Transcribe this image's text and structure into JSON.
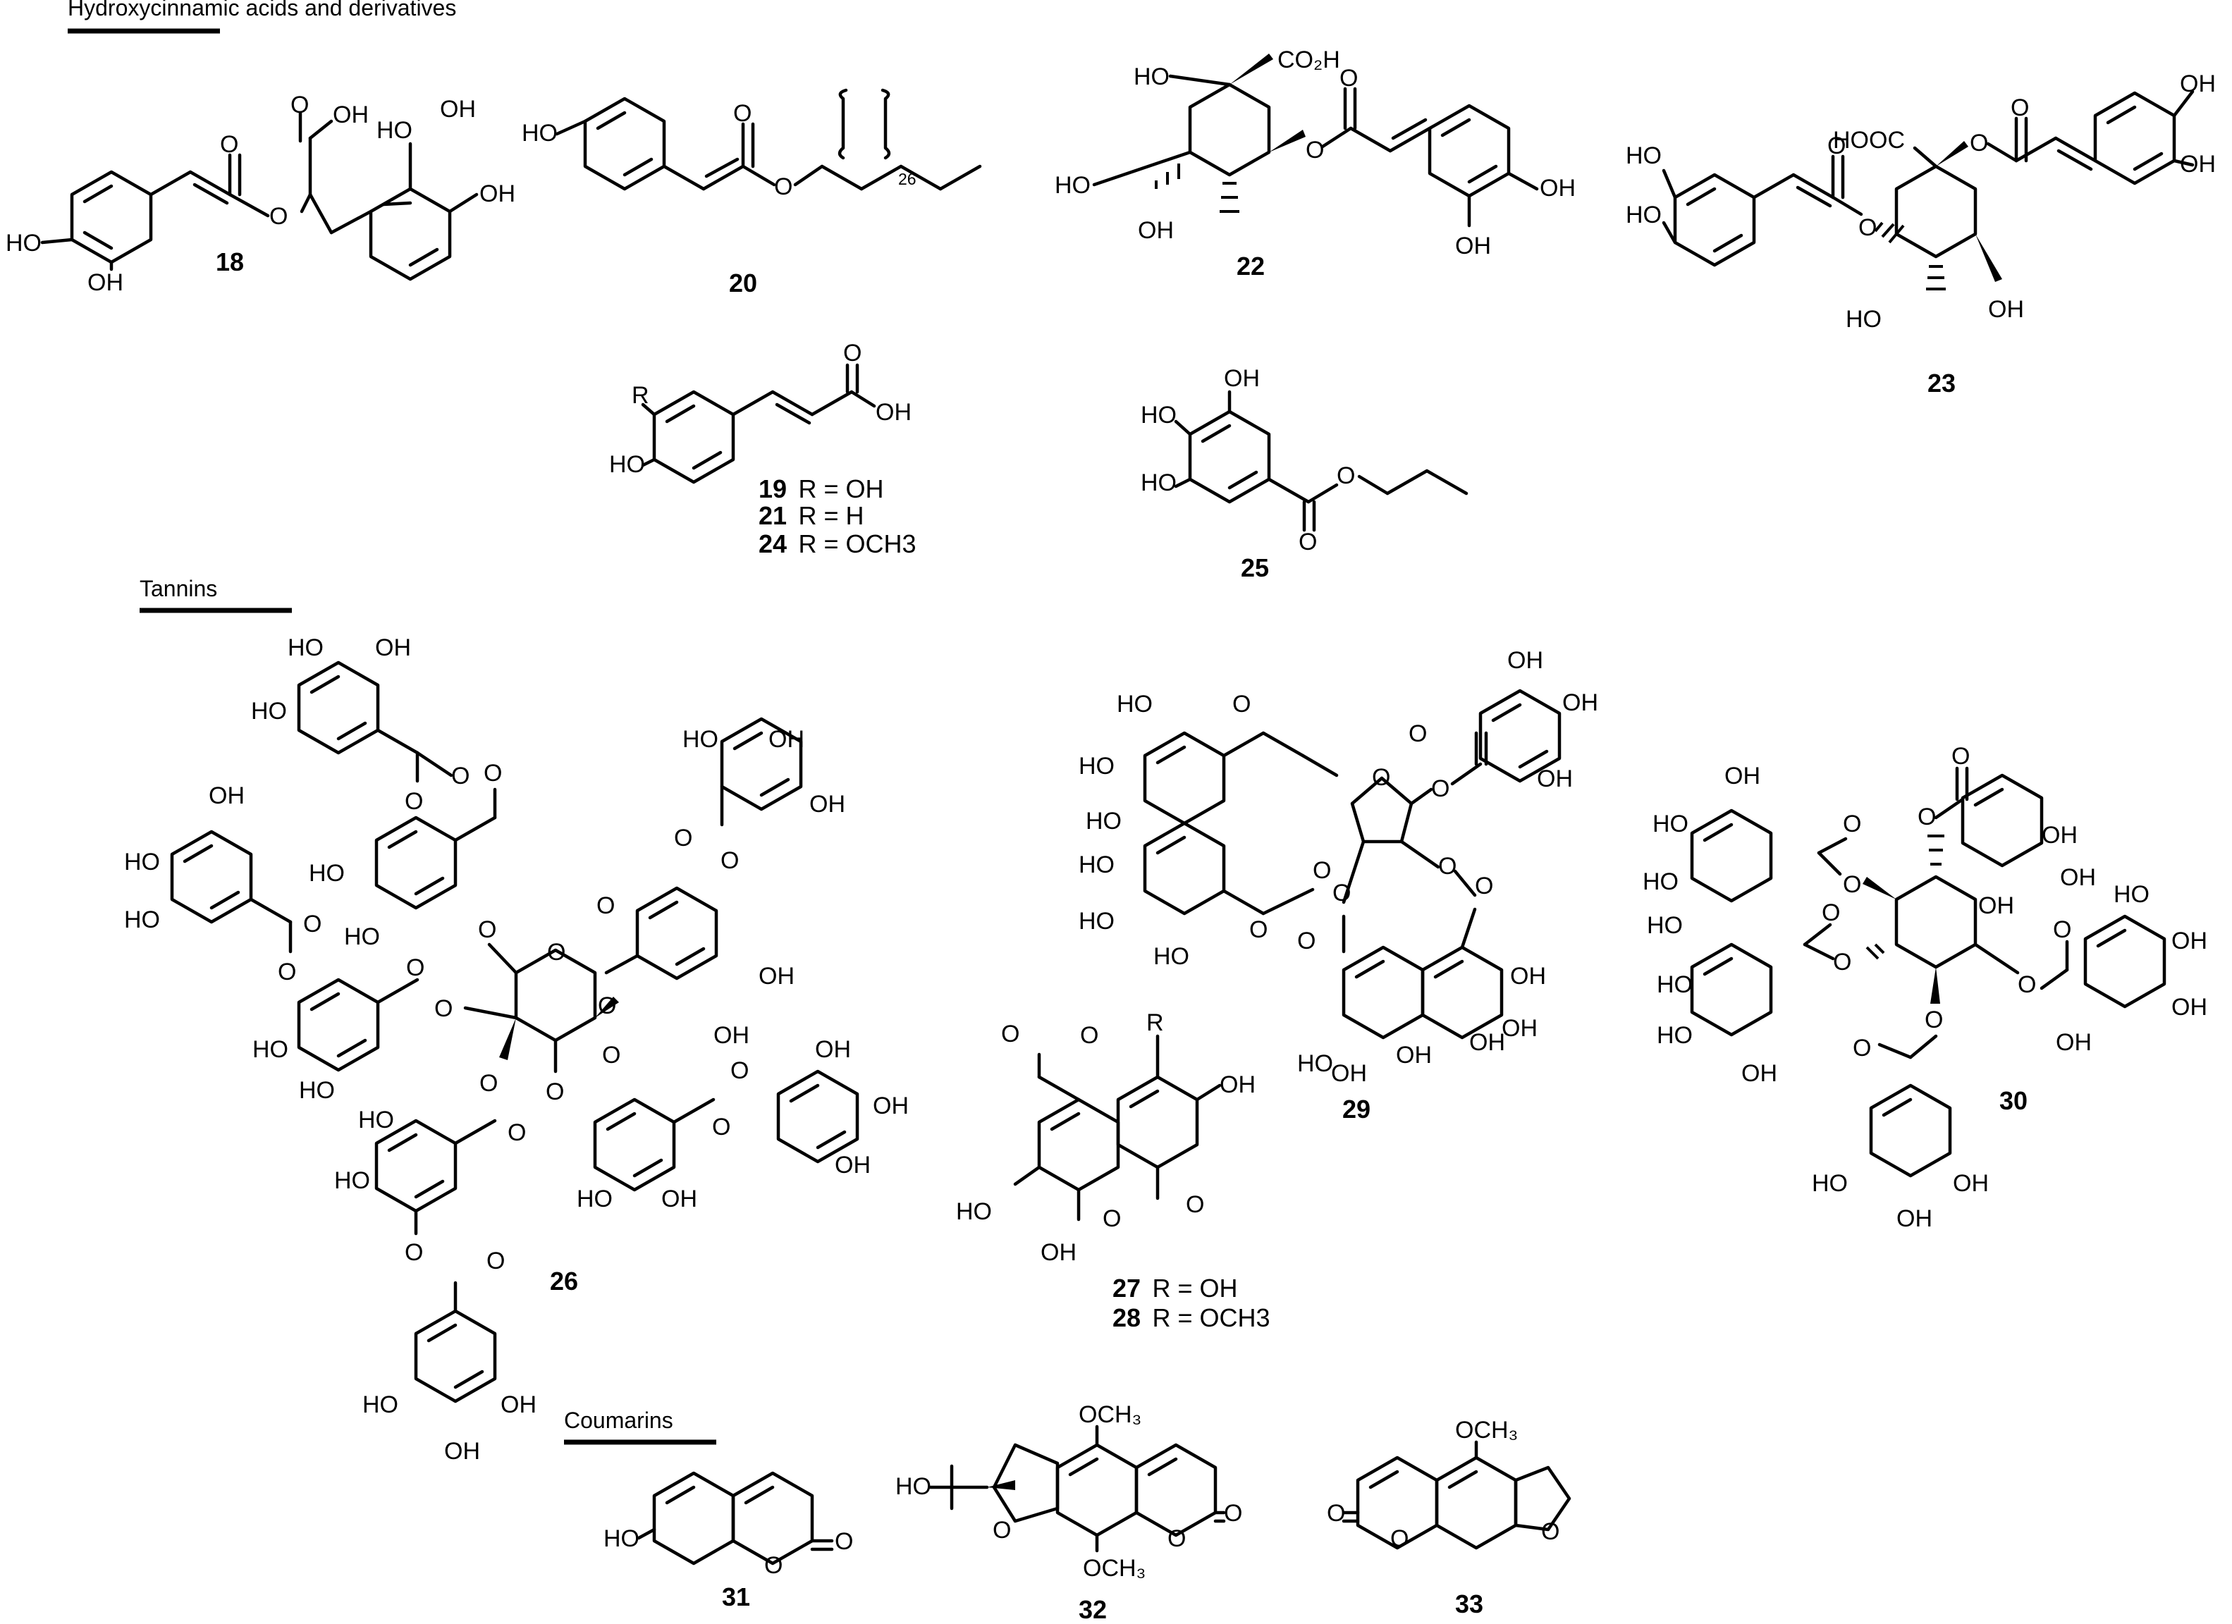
{
  "figure": {
    "sections": [
      {
        "key": "hydroxycinnamic",
        "title": "Hydroxycinnamic acids and derivatives"
      },
      {
        "key": "tannins",
        "title": "Tannins"
      },
      {
        "key": "coumarins",
        "title": "Coumarins"
      }
    ],
    "compounds": {
      "c18": {
        "number": "18"
      },
      "c20": {
        "number": "20"
      },
      "c22": {
        "number": "22"
      },
      "c23": {
        "number": "23"
      },
      "c25": {
        "number": "25"
      },
      "c26": {
        "number": "26"
      },
      "c29": {
        "number": "29"
      },
      "c30": {
        "number": "30"
      },
      "c31": {
        "number": "31"
      },
      "c32": {
        "number": "32"
      },
      "c33": {
        "number": "33"
      }
    },
    "r_groups": {
      "c19": {
        "number": "19",
        "text": "R = OH"
      },
      "c21": {
        "number": "21",
        "text": "R = H"
      },
      "c24": {
        "number": "24",
        "text": "R = OCH3"
      },
      "c27": {
        "number": "27",
        "text": "R = OH"
      },
      "c28": {
        "number": "28",
        "text": "R = OCH3"
      }
    },
    "atom_labels": {
      "OH": "OH",
      "HO": "HO",
      "O": "O",
      "R": "R",
      "CO2H": "CO₂H",
      "HOOC": "HOOC",
      "OCH3": "OCH₃",
      "n26": "26"
    }
  }
}
